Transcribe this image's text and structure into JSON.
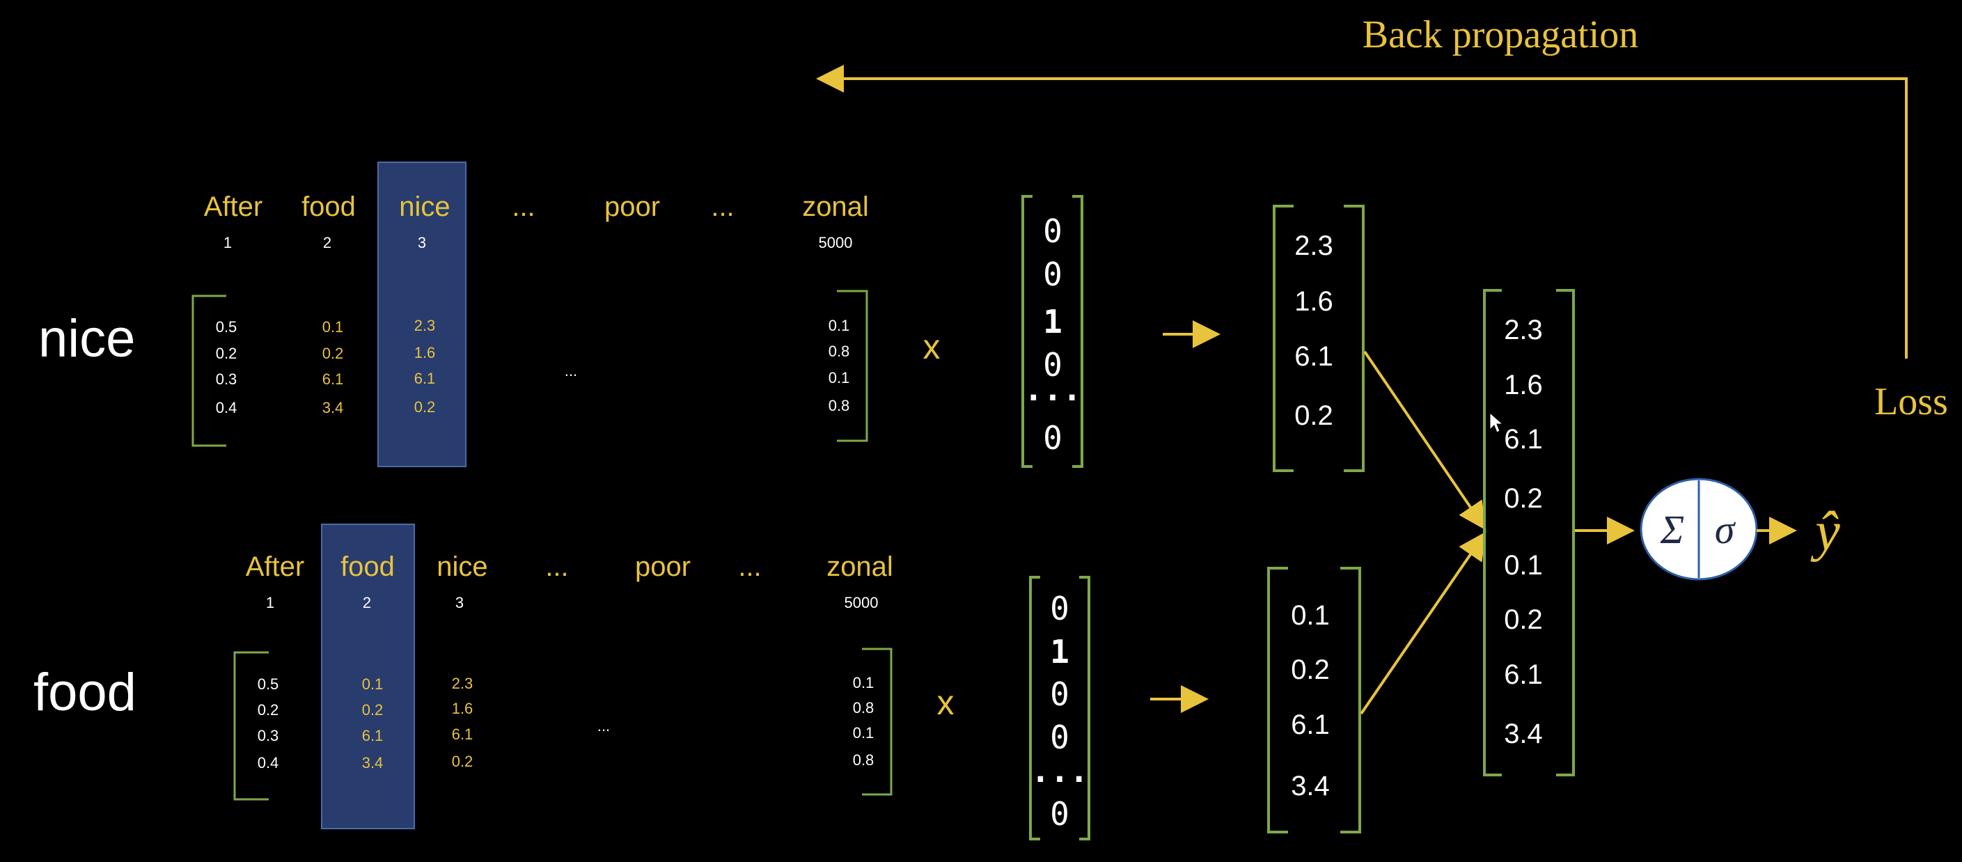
{
  "colors": {
    "background": "#000000",
    "accent_yellow": "#e8c33c",
    "bracket_green": "#7fa84a",
    "highlight_blue": "#283c6e",
    "text_white": "#ffffff"
  },
  "top_label": "Back propagation",
  "loss_label": "Loss",
  "output_symbol": "ŷ",
  "neuron": {
    "sum_symbol": "Σ",
    "sigmoid_symbol": "σ"
  },
  "multiply_symbol": "x",
  "rows": [
    {
      "word": "nice",
      "vocab_headers": [
        "After",
        "food",
        "nice",
        "...",
        "poor",
        "...",
        "zonal"
      ],
      "indices": [
        "1",
        "2",
        "3",
        "5000"
      ],
      "matrix": {
        "col1": [
          "0.5",
          "0.2",
          "0.3",
          "0.4"
        ],
        "col2": [
          "0.1",
          "0.2",
          "6.1",
          "3.4"
        ],
        "col3": [
          "2.3",
          "1.6",
          "6.1",
          "0.2"
        ],
        "ellipsis": "...",
        "last": [
          "0.1",
          "0.8",
          "0.1",
          "0.8"
        ]
      },
      "one_hot": [
        "0",
        "0",
        "1",
        "0",
        "...",
        "0"
      ],
      "embedding": [
        "2.3",
        "1.6",
        "6.1",
        "0.2"
      ]
    },
    {
      "word": "food",
      "vocab_headers": [
        "After",
        "food",
        "nice",
        "...",
        "poor",
        "...",
        "zonal"
      ],
      "indices": [
        "1",
        "2",
        "3",
        "5000"
      ],
      "matrix": {
        "col1": [
          "0.5",
          "0.2",
          "0.3",
          "0.4"
        ],
        "col2": [
          "0.1",
          "0.2",
          "6.1",
          "3.4"
        ],
        "col3": [
          "2.3",
          "1.6",
          "6.1",
          "0.2"
        ],
        "ellipsis": "...",
        "last": [
          "0.1",
          "0.8",
          "0.1",
          "0.8"
        ]
      },
      "one_hot": [
        "0",
        "1",
        "0",
        "0",
        "...",
        "0"
      ],
      "embedding": [
        "0.1",
        "0.2",
        "6.1",
        "3.4"
      ]
    }
  ],
  "concatenated": [
    "2.3",
    "1.6",
    "6.1",
    "0.2",
    "0.1",
    "0.2",
    "6.1",
    "3.4"
  ]
}
